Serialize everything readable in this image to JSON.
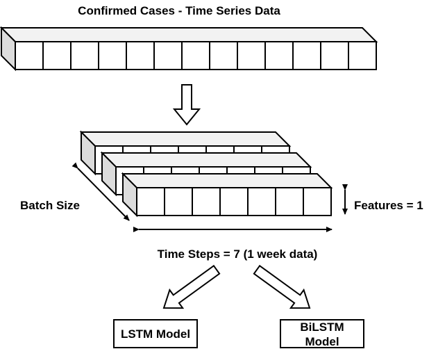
{
  "title": "Confirmed Cases - Time Series Data",
  "labels": {
    "batch_size": "Batch Size",
    "features": "Features = 1",
    "time_steps": "Time Steps = 7 (1 week data)"
  },
  "models": [
    {
      "label": "LSTM Model",
      "lines": [
        "LSTM Model"
      ]
    },
    {
      "label": "BiLSTM Model",
      "lines": [
        "BiLSTM",
        "Model"
      ]
    }
  ],
  "series_cell_count": 13,
  "window_cell_count": 7,
  "window_count": 3
}
